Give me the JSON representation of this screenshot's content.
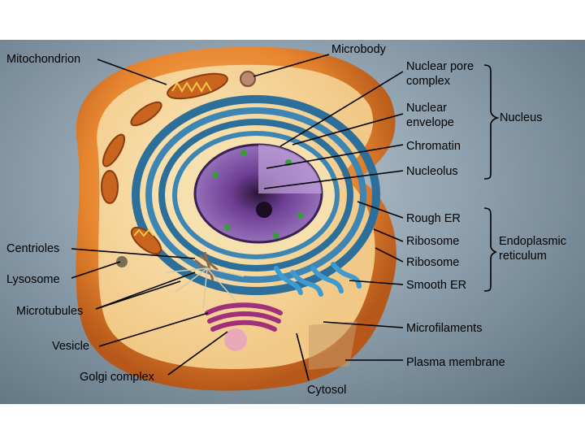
{
  "labels": {
    "mitochondrion": "Mitochondrion",
    "microbody": "Microbody",
    "nuclear_pore_line1": "Nuclear pore",
    "nuclear_pore_line2": "complex",
    "nuclear_envelope_line1": "Nuclear",
    "nuclear_envelope_line2": "envelope",
    "nucleus": "Nucleus",
    "chromatin": "Chromatin",
    "nucleolus": "Nucleolus",
    "rough_er": "Rough ER",
    "ribosome_1": "Ribosome",
    "ribosome_2": "Ribosome",
    "endoplasmic_line1": "Endoplasmic",
    "endoplasmic_line2": "reticulum",
    "smooth_er": "Smooth ER",
    "centrioles": "Centrioles",
    "lysosome": "Lysosome",
    "microtubules": "Microtubules",
    "microfilaments": "Microfilaments",
    "vesicle": "Vesicle",
    "plasma_membrane": "Plasma membrane",
    "golgi_complex": "Golgi complex",
    "cytosol": "Cytosol"
  },
  "colors": {
    "background_panel": "#7f919e",
    "cell_outer": "#e8862f",
    "cell_cytoplasm": "#f6d79a",
    "nucleus": "#6a3d8f",
    "er_blue": "#2b6f9a",
    "golgi": "#a0307a",
    "mitochondria": "#c9641f"
  }
}
